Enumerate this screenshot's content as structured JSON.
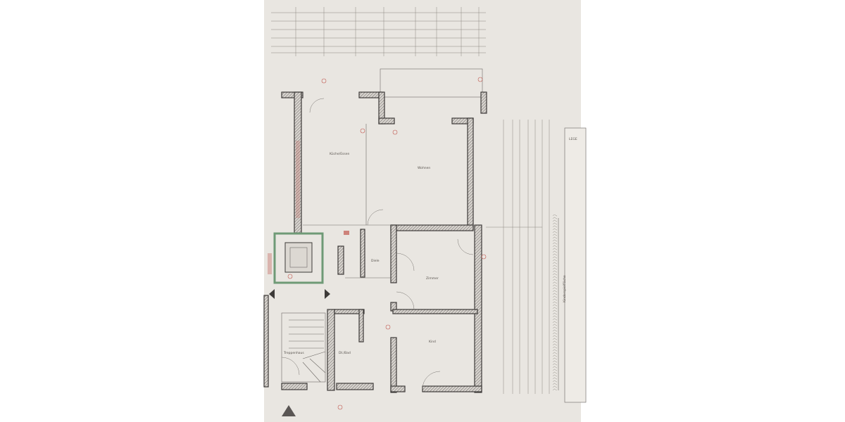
{
  "plan": {
    "rooms": {
      "kitchen": "Küche/Essen",
      "living": "Wohnen",
      "hall": "Diele",
      "room": "Zimmer",
      "child": "Kind",
      "stairs": "Treppenhaus",
      "bath": "Dt./Bad"
    },
    "play_area": "Kinderspielfläche",
    "legend_title": "LEGE"
  },
  "colors": {
    "paper": "#e9e6e1",
    "walls": "#3d3a38",
    "annotations": "#c0574f",
    "shaft": "#6f9a76"
  }
}
